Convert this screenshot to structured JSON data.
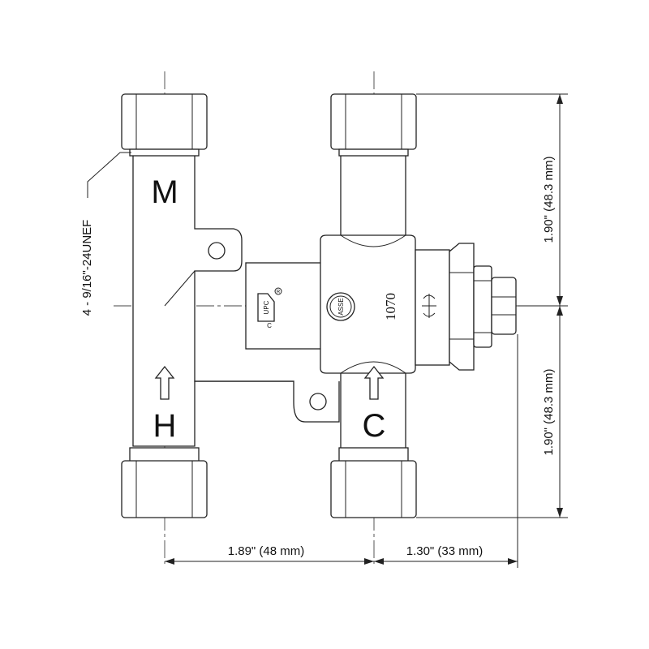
{
  "ports": {
    "top_left": "M",
    "bottom_left": "H",
    "bottom_right": "C"
  },
  "dimensions": {
    "thread_callout": "4 - 9/16\"-24UNEF",
    "height_upper": "1.90\" (48.3 mm)",
    "height_lower": "1.90\" (48.3 mm)",
    "width_left": "1.89\" (48 mm)",
    "width_right": "1.30\" (33 mm)"
  },
  "body_markings": {
    "model_number": "1070",
    "asse_logo": "ASSE",
    "upc_logo": "UPC",
    "upc_c": "C",
    "upc_r": "R"
  },
  "icons": [
    "flow-arrow-icon",
    "asse-logo-icon",
    "upc-logo-icon",
    "csa-logo-icon",
    "hex-nut-icon"
  ]
}
